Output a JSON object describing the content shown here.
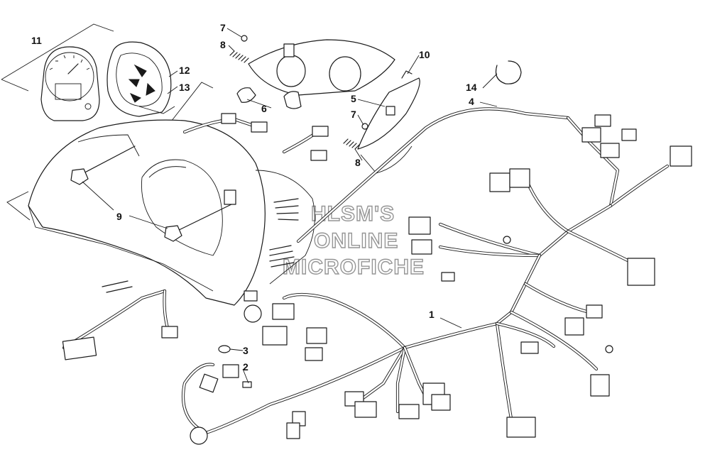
{
  "diagram": {
    "callouts": [
      {
        "id": "1",
        "label": "1"
      },
      {
        "id": "2",
        "label": "2"
      },
      {
        "id": "3",
        "label": "3"
      },
      {
        "id": "4",
        "label": "4"
      },
      {
        "id": "5",
        "label": "5"
      },
      {
        "id": "6",
        "label": "6"
      },
      {
        "id": "7a",
        "label": "7"
      },
      {
        "id": "7b",
        "label": "7"
      },
      {
        "id": "8a",
        "label": "8"
      },
      {
        "id": "8b",
        "label": "8"
      },
      {
        "id": "9",
        "label": "9"
      },
      {
        "id": "10",
        "label": "10"
      },
      {
        "id": "11",
        "label": "11"
      },
      {
        "id": "12",
        "label": "12"
      },
      {
        "id": "13",
        "label": "13"
      },
      {
        "id": "14",
        "label": "14"
      }
    ],
    "watermark": [
      "HLSM'S",
      "ONLINE",
      "MICROFICHE"
    ]
  }
}
